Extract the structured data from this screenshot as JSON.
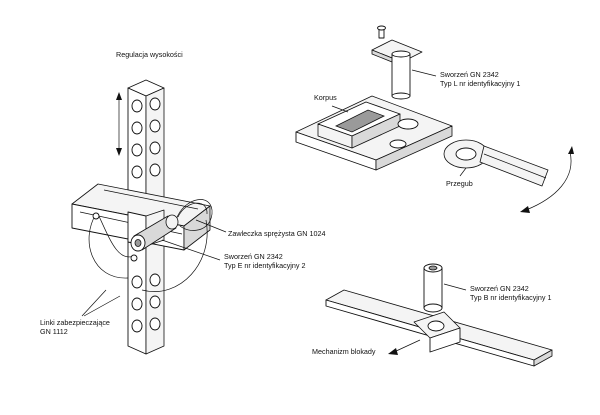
{
  "labels": {
    "height_adjustment": "Regulacja wysokości",
    "body": "Korpus",
    "pin_l_title": "Sworzeń GN 2342",
    "pin_l_type": "Typ L nr identyfikacyjny 1",
    "joint": "Przegub",
    "spring_pin": "Zawleczka sprężysta GN 1024",
    "pin_e_title": "Sworzeń GN 2342",
    "pin_e_type": "Typ E nr identyfikacyjny 2",
    "cables_line1": "Linki zabezpieczające",
    "cables_line2": "GN 1112",
    "pin_b_title": "Sworzeń GN 2342",
    "pin_b_type": "Typ B nr identyfikacyjny 1",
    "locking": "Mechanizm blokady"
  },
  "colors": {
    "line": "#111111",
    "shade": "#d9d9d9",
    "background": "#ffffff"
  }
}
